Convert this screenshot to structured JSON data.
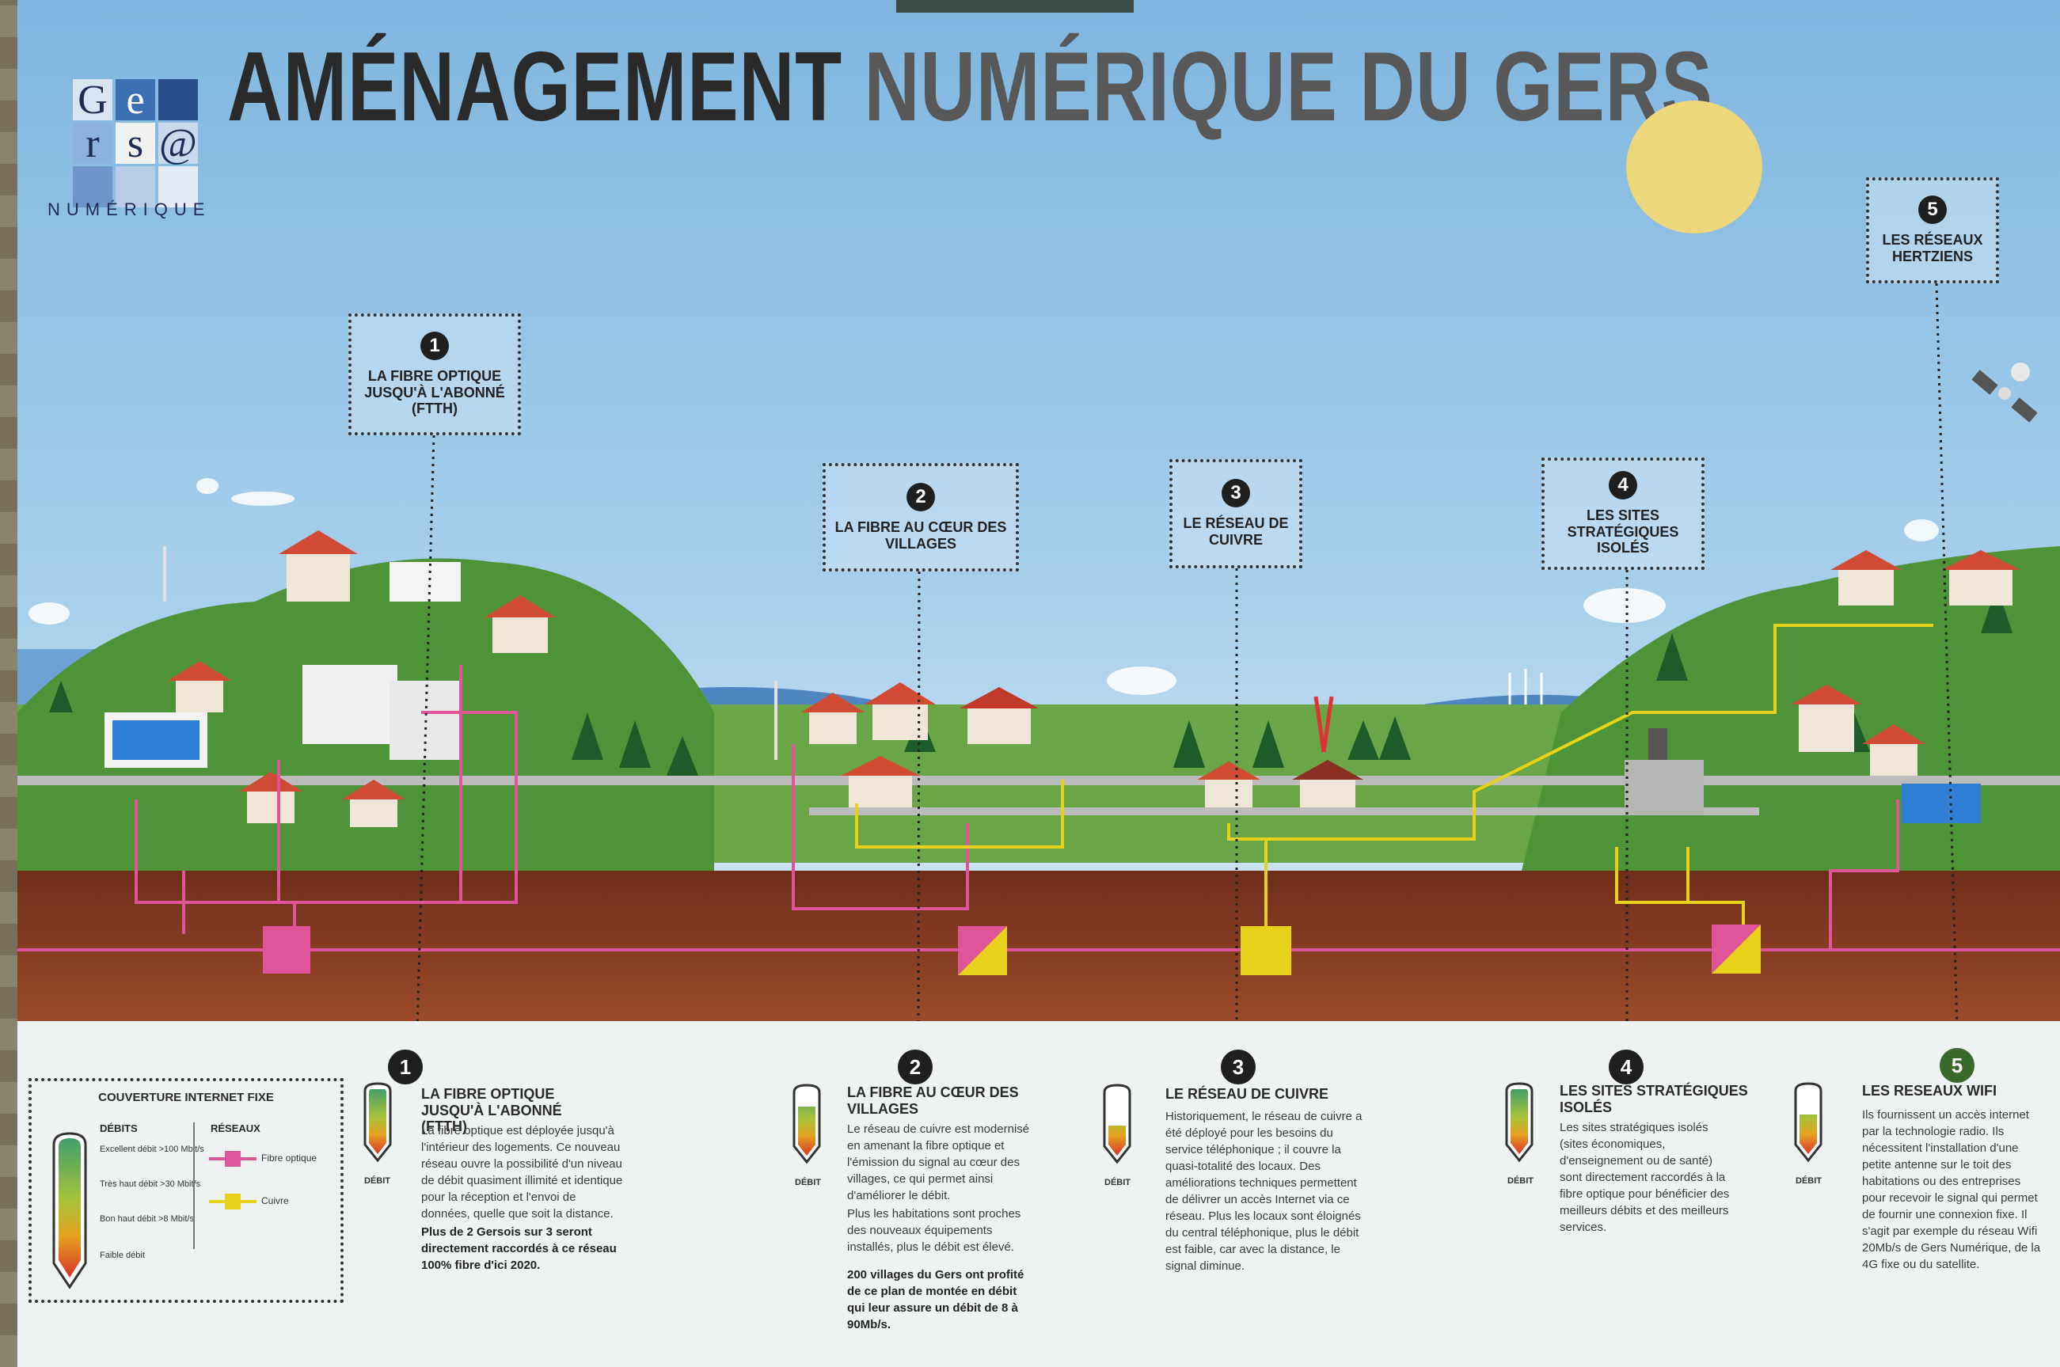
{
  "header": {
    "title_dark": "AMÉNAGEMENT",
    "title_light": "NUMÉRIQUE DU GERS",
    "logo_letters": [
      "G",
      "e",
      "r",
      "s"
    ],
    "logo_at": "@",
    "logo_sub": "NUMÉRIQUE"
  },
  "callouts": [
    {
      "num": "1",
      "label": "LA FIBRE OPTIQUE JUSQU'À L'ABONNÉ (FttH)"
    },
    {
      "num": "2",
      "label": "LA FIBRE AU CŒUR DES VILLAGES"
    },
    {
      "num": "3",
      "label": "LE RÉSEAU DE CUIVRE"
    },
    {
      "num": "4",
      "label": "LES SITES STRATÉGIQUES ISOLÉS"
    },
    {
      "num": "5",
      "label": "LES RÉSEAUX HERTZIENS"
    }
  ],
  "legend": {
    "title": "COUVERTURE INTERNET FIXE",
    "debits_title": "DÉBITS",
    "levels": [
      "Excellent débit >100 Mbit/s",
      "Très haut débit >30 Mbit/s",
      "Bon haut débit >8 Mbit/s",
      "Faible débit"
    ],
    "reseaux_title": "RÉSEAUX",
    "networks": [
      {
        "label": "Fibre optique",
        "color": "#e0559a"
      },
      {
        "label": "Cuivre",
        "color": "#e6d21c"
      }
    ]
  },
  "gauge_label": "DÉBIT",
  "columns": [
    {
      "num": "1",
      "title": "LA FIBRE OPTIQUE JUSQU'À L'ABONNÉ (FttH)",
      "text": [
        "La fibre optique est déployée jusqu'à l'intérieur des logements. Ce nouveau réseau ouvre la possibilité d'un niveau de débit quasiment illimité et identique pour la réception et l'envoi de données, quelle que soit la distance."
      ],
      "strong": "Plus de 2 Gersois sur 3 seront directement raccordés à ce réseau 100% fibre d'ici 2020.",
      "gauge_level": 1.0
    },
    {
      "num": "2",
      "title": "LA FIBRE AU CŒUR DES VILLAGES",
      "text": [
        "Le réseau de cuivre est modernisé en amenant la fibre optique et l'émission du signal au cœur des villages, ce qui permet ainsi d'améliorer le débit.",
        "Plus les habitations sont proches des nouveaux équipements installés, plus le débit est élevé."
      ],
      "strong": "200 villages du Gers ont profité de ce plan de montée en débit qui leur assure un débit de 8 à 90Mb/s.",
      "gauge_level": 0.75
    },
    {
      "num": "3",
      "title": "LE RÉSEAU DE CUIVRE",
      "text": [
        "Historiquement, le réseau de cuivre a été déployé pour les besoins du service téléphonique ; il couvre la quasi-totalité des locaux. Des améliorations techniques permettent de délivrer un accès Internet via ce réseau. Plus les locaux sont éloignés du central téléphonique, plus le débit est faible, car avec la distance, le signal diminue."
      ],
      "strong": "",
      "gauge_level": 0.45
    },
    {
      "num": "4",
      "title": "LES SITES STRATÉGIQUES ISOLÉS",
      "text": [
        "Les sites stratégiques isolés (sites économiques, d'enseignement ou de santé) sont directement raccordés à la fibre optique pour bénéficier des meilleurs débits et des meilleurs services."
      ],
      "strong": "",
      "gauge_level": 1.0
    },
    {
      "num": "5",
      "title": "LES RESEAUX WIFI",
      "text": [
        "Ils fournissent un accès internet par la technologie radio. Ils nécessitent l'installation d'une petite antenne sur le toit des habitations ou des entreprises pour recevoir le signal qui permet de fournir une connexion fixe. Il s'agit par exemple du réseau Wifi 20Mb/s de Gers Numérique, de la 4G fixe ou du satellite."
      ],
      "strong": "",
      "gauge_level": 0.6
    }
  ],
  "colors": {
    "sky": "#8ec0e4",
    "fiber": "#e0559a",
    "copper": "#e6d21c",
    "soil": "#8a3a22",
    "grass": "#5a9a3e",
    "dark_text": "#2a2a2a"
  }
}
